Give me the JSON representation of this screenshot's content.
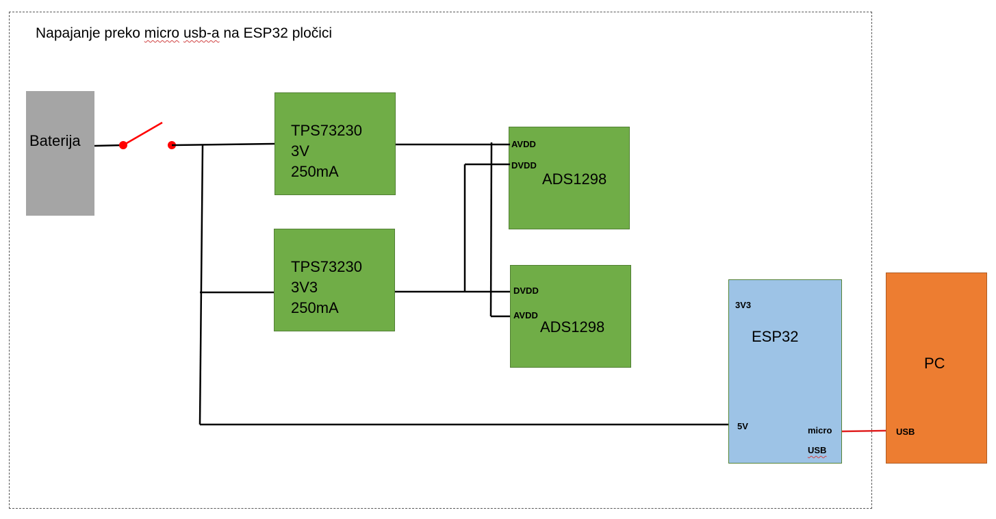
{
  "title": {
    "prefix": "Napajanje preko ",
    "word1": "micro",
    "space": " ",
    "word2": "usb-a",
    "suffix": " na ESP32 pločici"
  },
  "battery": {
    "label": "Baterija"
  },
  "reg1": {
    "line1": "TPS73230",
    "line2": "3V",
    "line3": "250mA"
  },
  "reg2": {
    "line1": "TPS73230",
    "line2": "3V3",
    "line3": "250mA"
  },
  "adc1": {
    "label": "ADS1298",
    "pin_a": "AVDD",
    "pin_b": "DVDD"
  },
  "adc2": {
    "label": "ADS1298",
    "pin_a": "DVDD",
    "pin_b": "AVDD"
  },
  "esp32": {
    "label": "ESP32",
    "pin_3v3": "3V3",
    "pin_5v": "5V",
    "pin_micro": "micro",
    "pin_usb": "USB"
  },
  "pc": {
    "label": "PC",
    "pin_usb": "USB"
  },
  "colors": {
    "regulator": "#70ad47",
    "battery": "#a5a5a5",
    "esp32": "#9dc3e6",
    "pc": "#ed7d31",
    "switch": "#ff0000",
    "usb_link": "#e02020"
  }
}
